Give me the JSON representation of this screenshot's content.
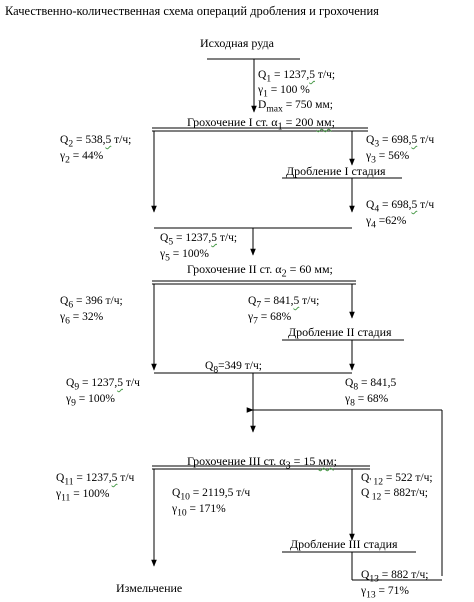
{
  "title": "Качественно-количественная схема операций дробления и грохочения",
  "source": {
    "label": "Исходная руда",
    "q": "Q",
    "q_sub": "1",
    "q_val_a": " = 1237,",
    "q_val_sq": "5",
    "q_val_b": " т/ч;",
    "g": "γ",
    "g_sub": "1",
    "g_val": " = 100 %",
    "d": "D",
    "d_sub": "max",
    "d_val": " = 750 мм;"
  },
  "screen1": {
    "label_a": "Грохочение I ст. α",
    "label_sub": "1",
    "label_b": " = 200 ",
    "label_sq": "мм",
    "label_c": ";"
  },
  "q2": {
    "q": "Q",
    "sub": "2",
    "val_a": " = 538,",
    "val_sq": "5",
    "val_b": " т/ч;",
    "g": "γ",
    "gsub": "2",
    "gval": " = 44%"
  },
  "q3": {
    "q": "Q",
    "sub": "3",
    "val_a": " = 698,",
    "val_sq": "5",
    "val_b": " т/ч",
    "g": "γ",
    "gsub": "3",
    "gval": " = 56%"
  },
  "crush1": "Дробление I стадия",
  "q4": {
    "q": "Q",
    "sub": "4",
    "val_a": " = 698,",
    "val_sq": "5",
    "val_b": " т/ч",
    "g": "γ",
    "gsub": "4",
    "gval": " =62%"
  },
  "q5": {
    "q": "Q",
    "sub": "5",
    "val_a": " = 1237,",
    "val_sq": "5",
    "val_b": " т/ч;",
    "g": "γ",
    "gsub": "5",
    "gval": " = 100%"
  },
  "screen2": {
    "label_a": "Грохочение II ст. α",
    "label_sub": "2",
    "label_b": " = 60 мм;"
  },
  "q6": {
    "q": "Q",
    "sub": "6",
    "val": " = 396 т/ч;",
    "g": "γ",
    "gsub": "6",
    "gval": " = 32%"
  },
  "q7": {
    "q": "Q",
    "sub": "7",
    "val_a": " = 841,",
    "val_sq": "5",
    "val_b": " т/ч;",
    "g": "γ",
    "gsub": "7",
    "gval": " = 68%"
  },
  "crush2": "Дробление II стадия",
  "q8a": {
    "q": "Q",
    "sub": "8",
    "val": "=349 т/ч;"
  },
  "q9": {
    "q": "Q",
    "sub": "9",
    "val_a": " = 1237,",
    "val_sq": "5",
    "val_b": " т/ч",
    "g": "γ",
    "gsub": "9",
    "gval": " = 100%"
  },
  "q8b": {
    "q": "Q",
    "sub": "8",
    "val": " = 841,5",
    "g": "γ",
    "gsub": "8",
    "gval": " = 68%"
  },
  "screen3": {
    "label_a": "Грохочение III ст. α",
    "label_sub": "3",
    "label_b": " = 15 ",
    "label_sq": "мм",
    "label_c": ";"
  },
  "q11": {
    "q": "Q",
    "sub": "11",
    "val_a": " = 1237,",
    "val_sq": "5",
    "val_b": " т/ч",
    "g": "γ",
    "gsub": "11",
    "gval": " = 100%"
  },
  "q10": {
    "q": "Q",
    "sub": "10",
    "val": " = 2119,5 т/ч",
    "g": "γ",
    "gsub": "10",
    "gval": " = 171%"
  },
  "q12a": {
    "q": "Q",
    "sub": "' 12",
    "val": " = 522 т/ч;"
  },
  "q12b": {
    "q": "Q",
    "sub": " 12",
    "val": " = 882т/ч;"
  },
  "crush3": "Дробление III стадия",
  "q13": {
    "q": "Q",
    "sub": "13",
    "val": " = 882 т/ч;",
    "g": "γ",
    "gsub": "13",
    "gval": " = 71%"
  },
  "grinding": "Измельчение"
}
